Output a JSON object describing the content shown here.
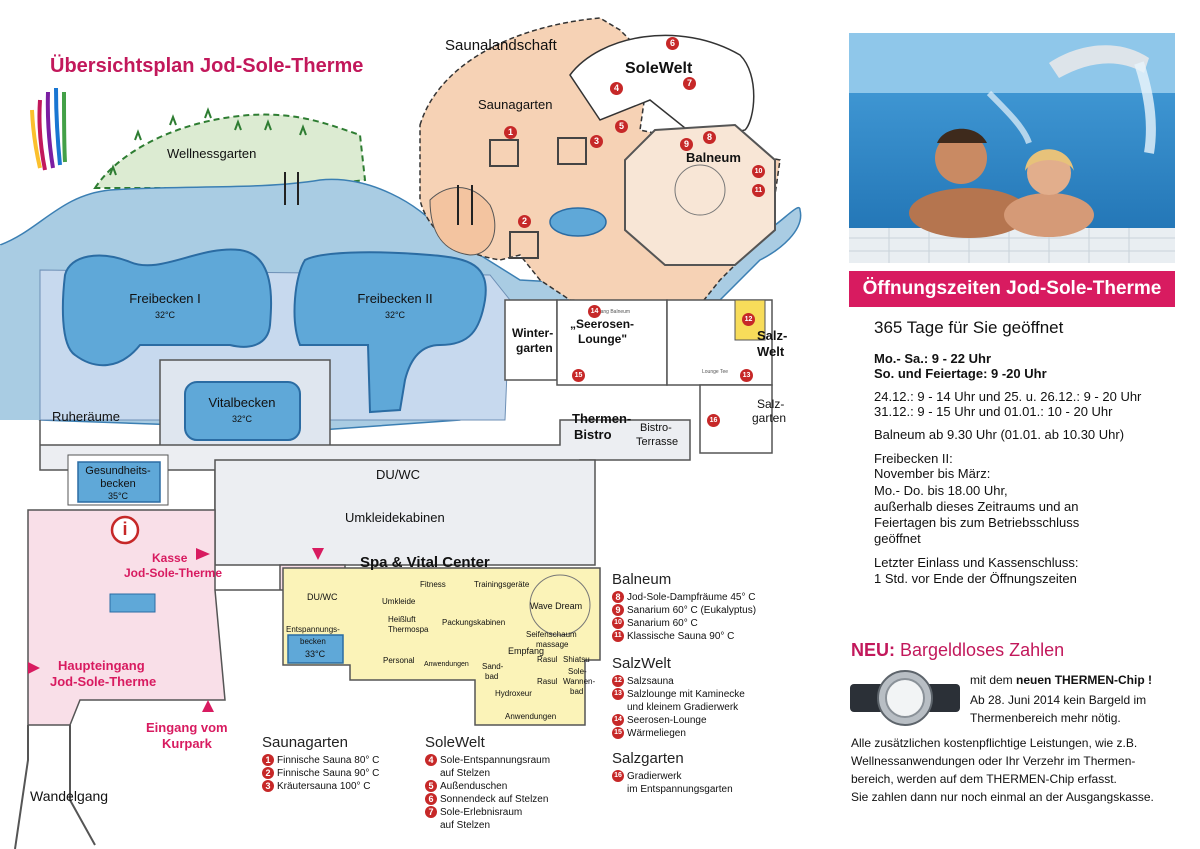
{
  "title": "Übersichtsplan Jod-Sole-Therme",
  "map_labels": {
    "saunalandschaft": "Saunalandschaft",
    "solewelt": "SoleWelt",
    "saunagarten": "Saunagarten",
    "balneum": "Balneum",
    "wellnessgarten": "Wellnessgarten",
    "freibecken1": "Freibecken I",
    "freibecken1_temp": "32°C",
    "freibecken2": "Freibecken II",
    "freibecken2_temp": "32°C",
    "vitalbecken": "Vitalbecken",
    "vitalbecken_temp": "32°C",
    "ruheraeume": "Ruheräume",
    "gesundheitsbecken_1": "Gesundheits-",
    "gesundheitsbecken_2": "becken",
    "gesundheitsbecken_temp": "35°C",
    "wintergarten_1": "Winter-",
    "wintergarten_2": "garten",
    "seerosen_1": "„Seerosen-",
    "seerosen_2": "Lounge\"",
    "salzwelt_1": "Salz-",
    "salzwelt_2": "Welt",
    "salzgarten_1": "Salz-",
    "salzgarten_2": "garten",
    "thermenbistro_1": "Thermen-",
    "thermenbistro_2": "Bistro",
    "bistroterrasse_1": "Bistro-",
    "bistroterrasse_2": "Terrasse",
    "duwc": "DU/WC",
    "umkleidekabinen": "Umkleidekabinen",
    "kasse_1": "Kasse",
    "kasse_2": "Jod-Sole-Therme",
    "spa": "Spa & Vital Center",
    "spa_duwc": "DU/WC",
    "fitness": "Fitness",
    "trainingsgeraete": "Trainingsgeräte",
    "umkleide": "Umkleide",
    "wavedream": "Wave Dream",
    "heissluft_1": "Heißluft",
    "heissluft_2": "Thermospa",
    "packungskabinen": "Packungskabinen",
    "seifenschaum_1": "Seifenschaum",
    "seifenschaum_2": "massage",
    "entspannungsbecken_1": "Entspannungs-",
    "entspannungsbecken_2": "becken",
    "entspannungsbecken_temp": "33°C",
    "empfang": "Empfang",
    "anwendungen_small": "Anwendungen",
    "personal": "Personal",
    "sandbad_1": "Sand-",
    "sandbad_2": "bad",
    "rasul_1": "Rasul",
    "rasul_2": "Rasul",
    "shiatsu": "Shiatsu",
    "solewannenbad_1": "Sole-",
    "solewannenbad_2": "Wannen-",
    "solewannenbad_3": "bad",
    "hydroxeur": "Hydroxeur",
    "anwendungen": "Anwendungen",
    "haupteingang_1": "Haupteingang",
    "haupteingang_2": "Jod-Sole-Therme",
    "eingang_kurpark_1": "Eingang vom",
    "eingang_kurpark_2": "Kurpark",
    "wandelgang": "Wandelgang",
    "info_symbol": "i",
    "zugang_balneum": "Zugang Balneum",
    "lounge_small": "Lounge Tee"
  },
  "map_markers": [
    "1",
    "2",
    "3",
    "4",
    "5",
    "6",
    "7",
    "8",
    "9",
    "10",
    "11",
    "12",
    "13",
    "14",
    "15",
    "16"
  ],
  "legend": {
    "saunagarten": {
      "title": "Saunagarten",
      "items": [
        {
          "n": "1",
          "t": "Finnische Sauna 80° C"
        },
        {
          "n": "2",
          "t": "Finnische Sauna 90° C"
        },
        {
          "n": "3",
          "t": "Kräutersauna 100° C"
        }
      ]
    },
    "solewelt": {
      "title": "SoleWelt",
      "items": [
        {
          "n": "4",
          "t": "Sole-Entspannungsraum",
          "t2": "auf Stelzen"
        },
        {
          "n": "5",
          "t": "Außenduschen"
        },
        {
          "n": "6",
          "t": "Sonnendeck auf Stelzen"
        },
        {
          "n": "7",
          "t": "Sole-Erlebnisraum",
          "t2": "auf Stelzen"
        }
      ]
    },
    "balneum": {
      "title": "Balneum",
      "items": [
        {
          "n": "8",
          "t": "Jod-Sole-Dampfräume 45° C"
        },
        {
          "n": "9",
          "t": "Sanarium 60° C (Eukalyptus)"
        },
        {
          "n": "10",
          "t": "Sanarium 60° C"
        },
        {
          "n": "11",
          "t": "Klassische Sauna 90° C"
        }
      ]
    },
    "salzwelt": {
      "title": "SalzWelt",
      "items": [
        {
          "n": "12",
          "t": "Salzsauna"
        },
        {
          "n": "13",
          "t": "Salzlounge mit Kaminecke",
          "t2": "und kleinem Gradierwerk"
        },
        {
          "n": "14",
          "t": "Seerosen-Lounge"
        },
        {
          "n": "15",
          "t": "Wärmeliegen"
        }
      ]
    },
    "salzgarten": {
      "title": "Salzgarten",
      "items": [
        {
          "n": "16",
          "t": "Gradierwerk",
          "t2": "im Entspannungsgarten"
        }
      ]
    }
  },
  "hours": {
    "banner": "Öffnungszeiten Jod-Sole-Therme",
    "headline": "365 Tage für Sie geöffnet",
    "line1": "Mo.- Sa.: 9 - 22 Uhr",
    "line2": "So. und Feiertage: 9 -20 Uhr",
    "line3": "24.12.: 9 - 14 Uhr und 25. u. 26.12.: 9 - 20 Uhr",
    "line4": "31.12.: 9 - 15 Uhr und 01.01.: 10 - 20 Uhr",
    "line5": "Balneum ab 9.30 Uhr (01.01. ab 10.30 Uhr)",
    "fb1": "Freibecken II:",
    "fb2": "November bis März:",
    "fb3": "Mo.- Do. bis 18.00 Uhr,",
    "fb4": "außerhalb dieses Zeitraums und an",
    "fb5": "Feiertagen bis zum Betriebsschluss",
    "fb6": "geöffnet",
    "last1": "Letzter Einlass und Kassenschluss:",
    "last2": "1 Std. vor Ende der Öffnungszeiten"
  },
  "cashless": {
    "neu": "NEU:",
    "title": "Bargeldloses Zahlen",
    "chip_pre": "mit dem ",
    "chip_bold": "neuen THERMEN-Chip !",
    "line2": "Ab 28. Juni 2014 kein Bargeld im",
    "line3": "Thermenbereich mehr nötig.",
    "p1": "Alle zusätzlichen kostenpflichtige Leistungen, wie z.B.",
    "p2": "Wellnessanwendungen oder Ihr Verzehr im Thermen-",
    "p3": "bereich, werden auf dem THERMEN-Chip erfasst.",
    "p4": "Sie zahlen dann nur noch einmal an der Ausgangskasse."
  },
  "colors": {
    "water": "#5fa8d8",
    "lake": "#a9cce3",
    "sauna_area": "#f6d2b5",
    "pink_area": "#f9dfe8",
    "spa_area": "#fbf3b8",
    "green": "#dcebd2",
    "accent": "#d81b60",
    "marker": "#c62828"
  }
}
